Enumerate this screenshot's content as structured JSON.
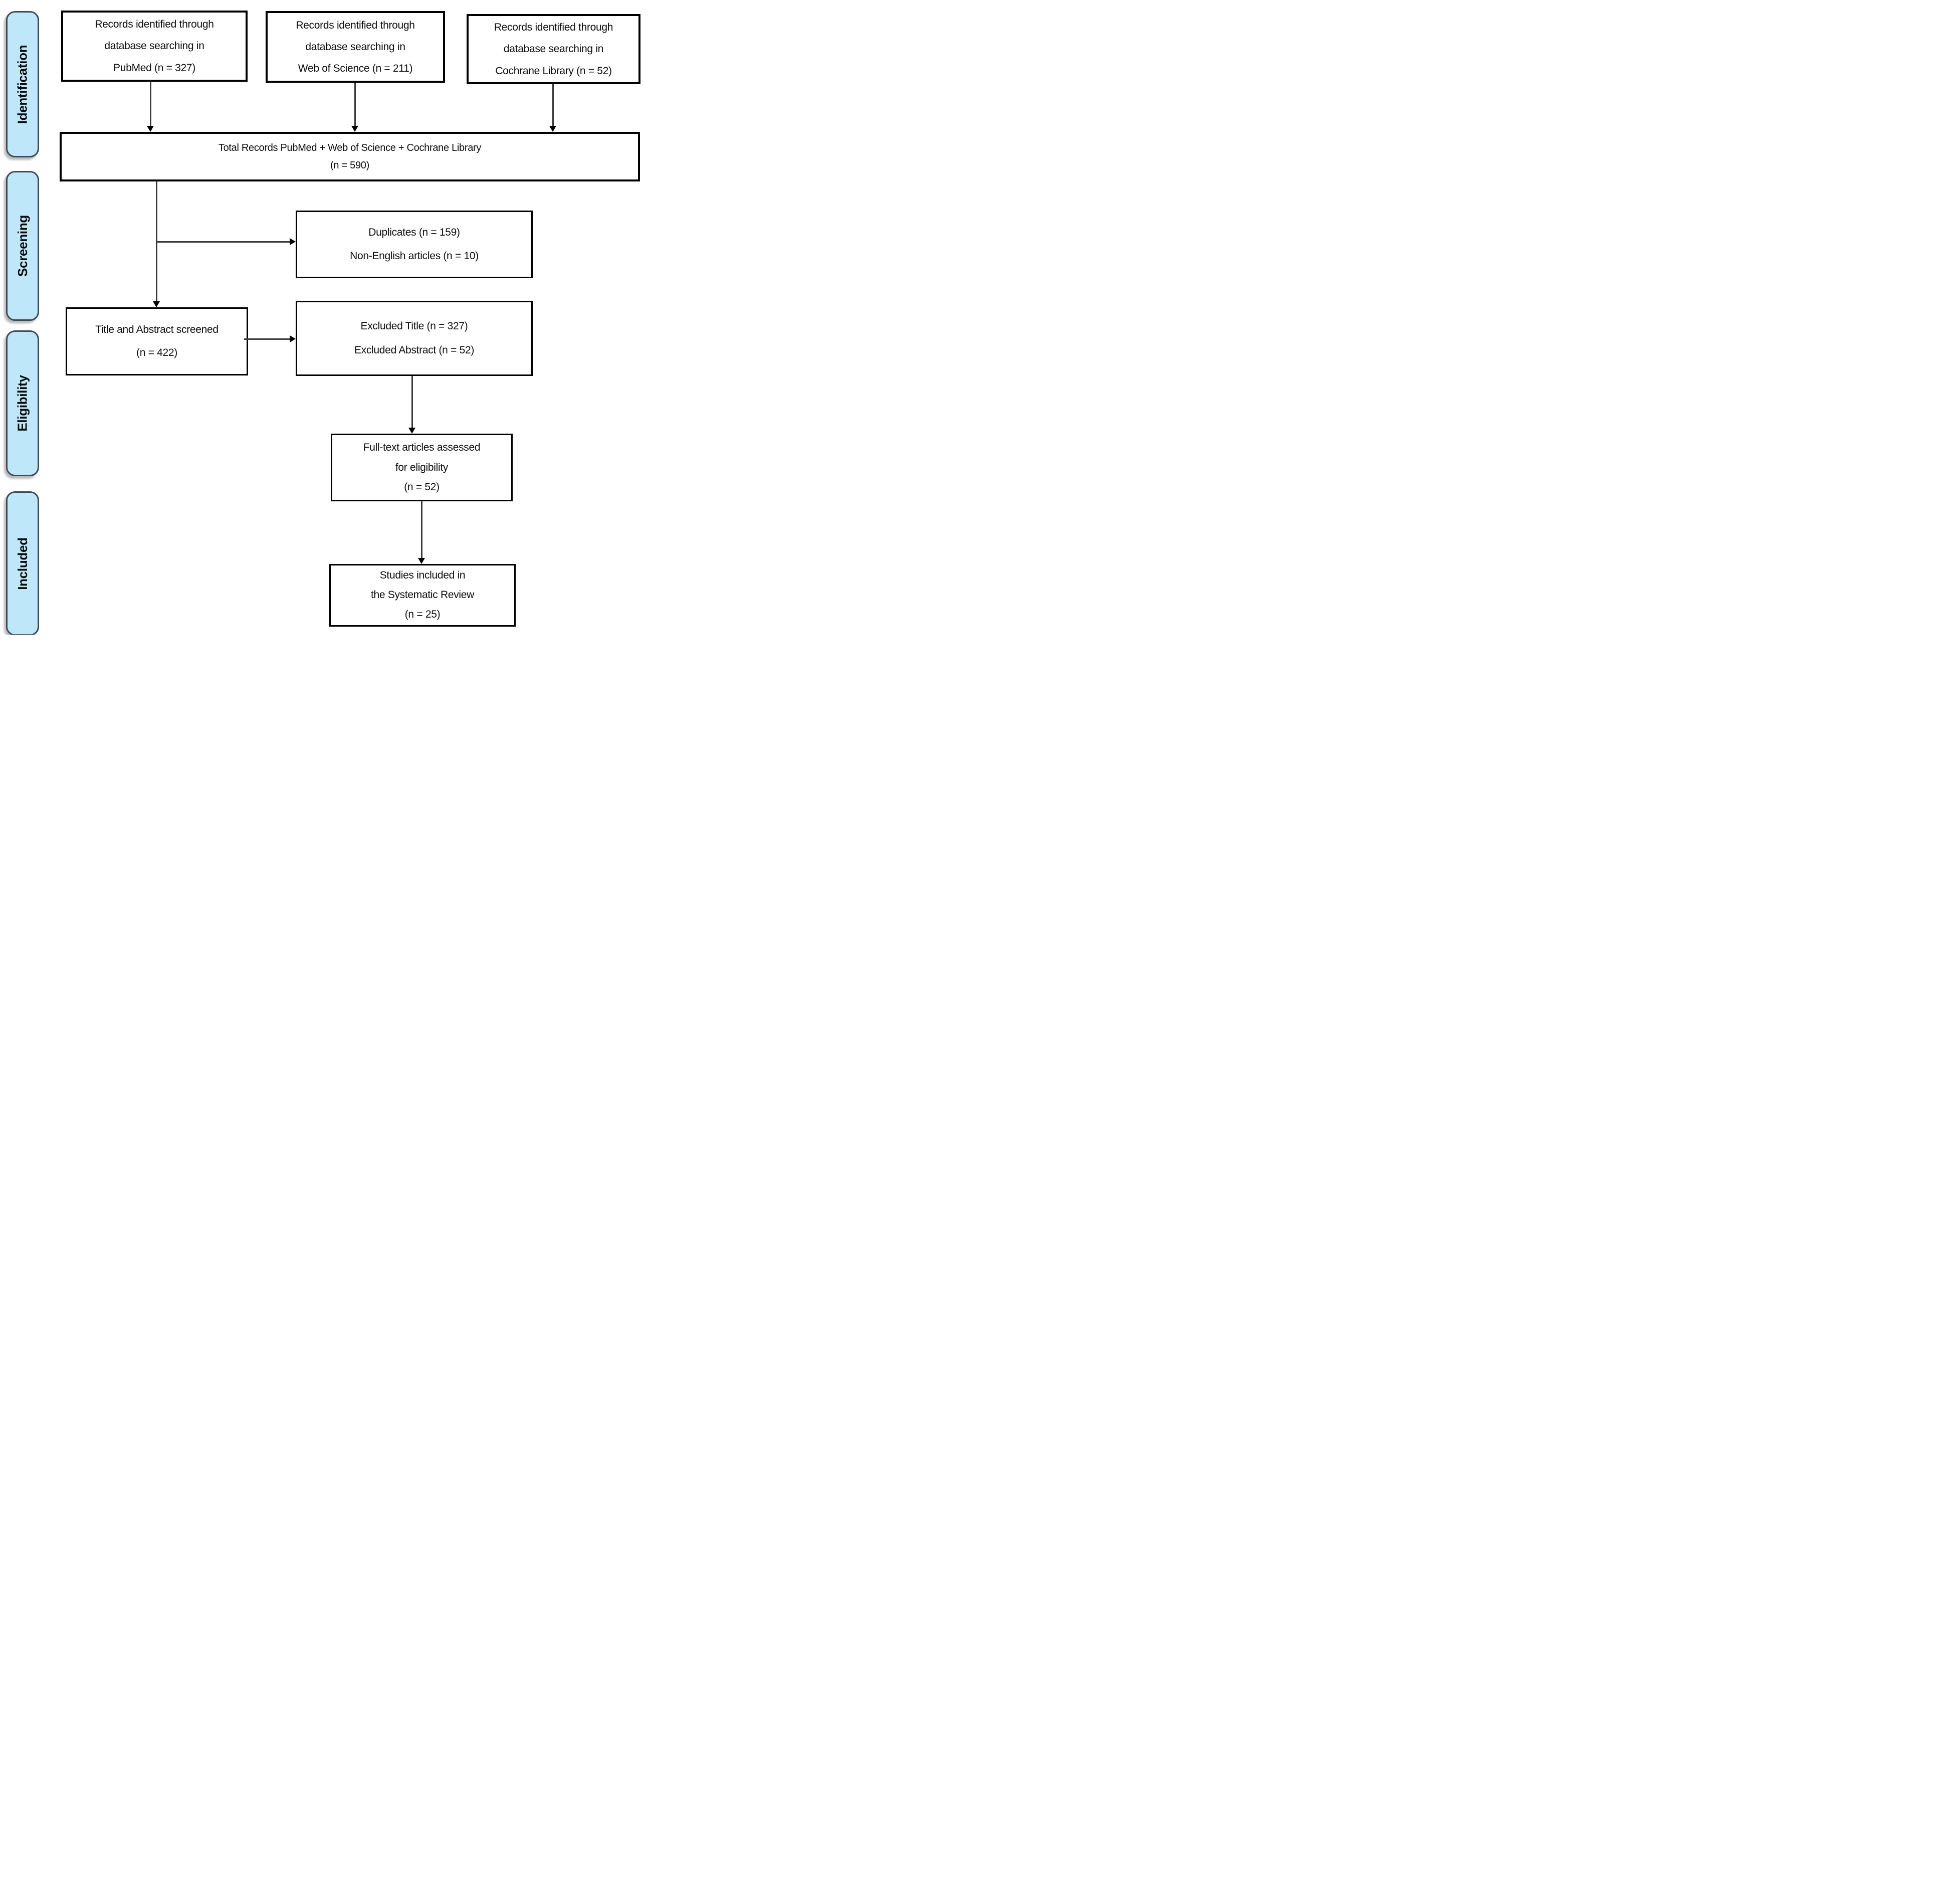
{
  "diagram_title": "PRISMA systematic review flow diagram",
  "colors": {
    "stage_fill": "#BFE7FA",
    "stage_border": "#3E4B57",
    "box_border": "#000000",
    "line": "#3a3a3a",
    "arrowhead": "#000000",
    "background": "#FFFFFF",
    "text": "#0d0d0d"
  },
  "stages": [
    {
      "label": "Identification"
    },
    {
      "label": "Screening"
    },
    {
      "label": "Eligibility"
    },
    {
      "label": "Included"
    }
  ],
  "nodes": {
    "pubmed": {
      "lines": [
        "Records identified through",
        "database searching in",
        "PubMed (n = 327)"
      ]
    },
    "web_of_science": {
      "lines": [
        "Records identified through",
        "database searching in",
        "Web of Science (n = 211)"
      ]
    },
    "cochrane": {
      "lines": [
        "Records identified through",
        "database searching in",
        "Cochrane Library (n = 52)"
      ]
    },
    "total": {
      "lines": [
        "Total Records PubMed + Web of Science + Cochrane Library",
        "(n = 590)"
      ]
    },
    "duplicates": {
      "lines": [
        "Duplicates (n = 159)",
        "Non-English articles (n = 10)"
      ]
    },
    "title_abstract": {
      "lines": [
        "Title and Abstract screened",
        "(n = 422)"
      ]
    },
    "excluded": {
      "lines": [
        "Excluded Title (n = 327)",
        "Excluded Abstract (n = 52)"
      ]
    },
    "fulltext": {
      "lines": [
        "Full-text articles assessed",
        "for eligibility",
        "(n = 52)"
      ]
    },
    "studies": {
      "lines": [
        "Studies included in",
        "the Systematic Review",
        "(n = 25)"
      ]
    }
  },
  "counts": {
    "pubmed": 327,
    "web_of_science": 211,
    "cochrane_library": 52,
    "total_records": 590,
    "duplicates": 159,
    "non_english_articles": 10,
    "title_abstract_screened": 422,
    "excluded_title": 327,
    "excluded_abstract": 52,
    "fulltext_assessed": 52,
    "studies_included": 25
  }
}
